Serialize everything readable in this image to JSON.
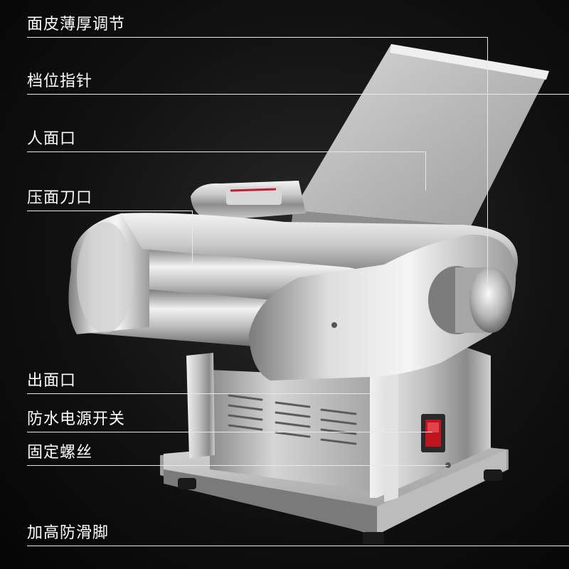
{
  "labels": {
    "thickness": "面皮薄厚调节",
    "pointer": "档位指针",
    "inlet": "人面口",
    "press_cutter": "压面刀口",
    "outlet": "出面口",
    "switch": "防水电源开关",
    "screw": "固定螺丝",
    "feet": "加高防滑脚"
  },
  "colors": {
    "background": "#111111",
    "steel_light": "#e6e6e6",
    "steel_dark": "#6e6e6e",
    "line": "#e8e8e8",
    "switch_red": "#c0141e"
  }
}
